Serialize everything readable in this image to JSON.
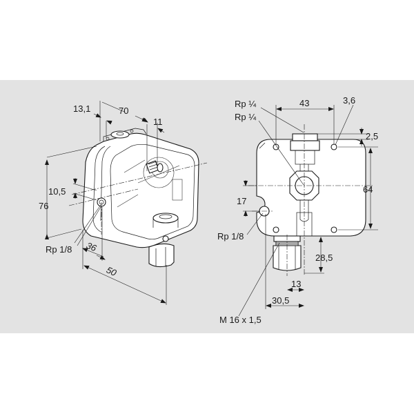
{
  "background": {
    "page": "#ffffff",
    "band": "#e3e3e3",
    "line": "#1a1a1a"
  },
  "iso_view": {
    "dims": {
      "d13_1": "13,1",
      "d70": "70",
      "d11": "11",
      "d10_5": "10,5",
      "d76": "76",
      "d36": "36",
      "d50": "50"
    },
    "labels": {
      "port_side": "Rp 1/8"
    }
  },
  "front_view": {
    "dims": {
      "d43": "43",
      "d3_6": "3,6",
      "d2_5": "2,5",
      "d64": "64",
      "d17": "17",
      "d28_5": "28,5",
      "d13": "13",
      "d30_5": "30,5"
    },
    "labels": {
      "port_top_1": "Rp ¼",
      "port_top_2": "Rp ¼",
      "port_side": "Rp 1/8",
      "cable_gland": "M 16 x 1,5"
    }
  }
}
